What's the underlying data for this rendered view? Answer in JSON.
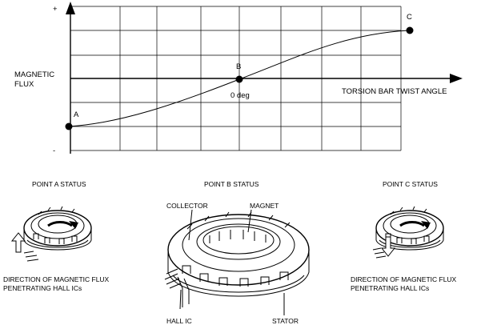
{
  "chart": {
    "plus_sign": "+",
    "minus_sign": "-",
    "y_label_line1": "MAGNETIC",
    "y_label_line2": "FLUX",
    "x_label": "TORSION BAR TWIST ANGLE",
    "zero_label": "0 deg"
  },
  "points": [
    {
      "id": "A",
      "status_title": "POINT A STATUS"
    },
    {
      "id": "B",
      "status_title": "POINT B STATUS"
    },
    {
      "id": "C",
      "status_title": "POINT C STATUS"
    }
  ],
  "figures": {
    "left_caption_line1": "DIRECTION OF MAGNETIC FLUX",
    "left_caption_line2": "PENETRATING HALL ICs",
    "right_caption_line1": "DIRECTION OF MAGNETIC FLUX",
    "right_caption_line2": "PENETRATING HALL ICs",
    "collector_label": "COLLECTOR",
    "magnet_label": "MAGNET",
    "hall_ic_label": "HALL IC",
    "stator_label": "STATOR"
  }
}
